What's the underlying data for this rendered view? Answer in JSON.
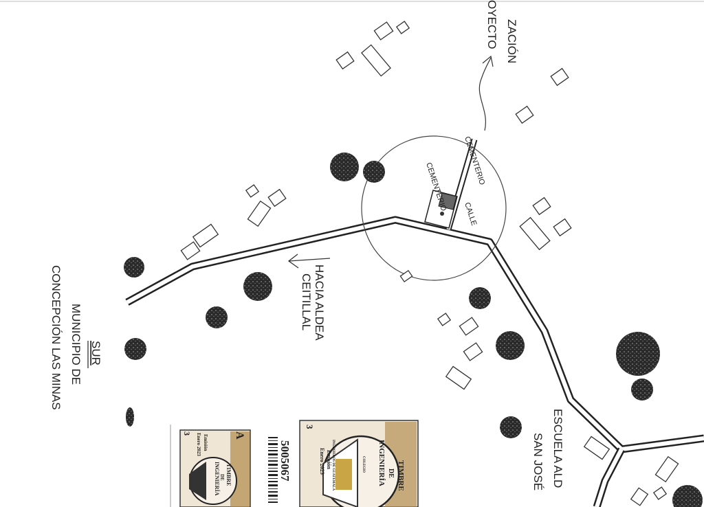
{
  "map": {
    "top_label_line1": "ZACIÓN",
    "top_label_line2": "OYECTO",
    "cemetery_label_1": "CEMENTERIO",
    "cemetery_label_2": "CEMENTERIO",
    "street_label": "CALLE",
    "direction_line1": "HACIA ALDEA",
    "direction_line2": "CEITILLAL",
    "south_label": "SUR",
    "municipality_line1": "MUNICIPIO DE",
    "municipality_line2": "CONCEPCIÓN LAS MINAS",
    "school_line1": "ESCUELA ALD",
    "school_line2": "SAN JOSÉ"
  },
  "stamps": {
    "small": {
      "title1": "TIMBRE",
      "title2": "DE",
      "title3": "INGENIERÍA",
      "letter": "A",
      "value": "3",
      "issue1": "Emisión",
      "issue2": "Enero 2023"
    },
    "large": {
      "title1": "TIMBRE",
      "title2": "DE",
      "title3": "INGENIERÍA",
      "value": "3",
      "issue1": "Emisión",
      "issue2": "Enero 2023",
      "org1": "COLEGIO",
      "org2": "INGENIEROS DE GUATEMALA"
    },
    "serial": "5005067"
  },
  "colors": {
    "ink": "#222222",
    "stamp_gold": "#b08a4a"
  }
}
